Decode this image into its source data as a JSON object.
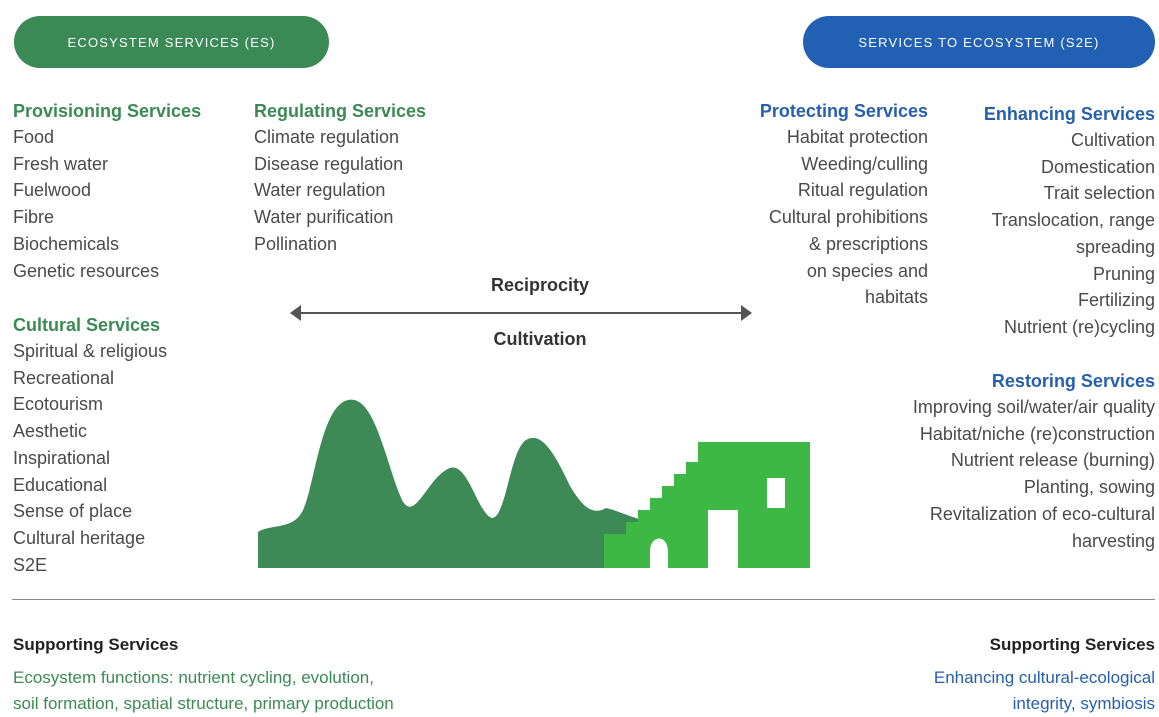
{
  "pills": {
    "es": "ECOSYSTEM SERVICES (ES)",
    "s2e": "SERVICES TO ECOSYSTEM (S2E)"
  },
  "provisioning": {
    "title": "Provisioning Services",
    "items": [
      "Food",
      "Fresh water",
      "Fuelwood",
      "Fibre",
      "Biochemicals",
      "Genetic resources"
    ]
  },
  "regulating": {
    "title": "Regulating Services",
    "items": [
      "Climate regulation",
      "Disease regulation",
      "Water regulation",
      "Water purification",
      "Pollination"
    ]
  },
  "cultural": {
    "title": "Cultural Services",
    "items": [
      "Spiritual & religious",
      "Recreational",
      "Ecotourism",
      "Aesthetic",
      "Inspirational",
      "Educational",
      "Sense of place",
      "Cultural heritage",
      "S2E"
    ]
  },
  "protecting": {
    "title": "Protecting Services",
    "items": [
      "Habitat protection",
      "Weeding/culling",
      "Ritual regulation",
      "Cultural prohibitions",
      "& prescriptions",
      "on species and",
      "habitats"
    ]
  },
  "enhancing": {
    "title": "Enhancing Services",
    "items": [
      "Cultivation",
      "Domestication",
      "Trait selection",
      "Translocation, range",
      "spreading",
      "Pruning",
      "Fertilizing",
      "Nutrient (re)cycling"
    ]
  },
  "restoring": {
    "title": "Restoring Services",
    "items": [
      "Improving soil/water/air quality",
      "Habitat/niche (re)construction",
      "Nutrient release (burning)",
      "Planting, sowing",
      "Revitalization of eco-cultural",
      "harvesting"
    ]
  },
  "center": {
    "reciprocity": "Reciprocity",
    "cultivation": "Cultivation"
  },
  "supporting_left": {
    "title": "Supporting Services",
    "lead": "Ecosystem functions",
    "rest_line1": ": nutrient cycling, evolution,",
    "line2": "soil formation, spatial structure, primary production"
  },
  "supporting_right": {
    "title": "Supporting Services",
    "line1": "Enhancing cultural-ecological",
    "line2": "integrity, symbiosis"
  },
  "colors": {
    "es_green": "#3b8a55",
    "s2e_blue": "#2160b3",
    "bright_green": "#3db845"
  }
}
